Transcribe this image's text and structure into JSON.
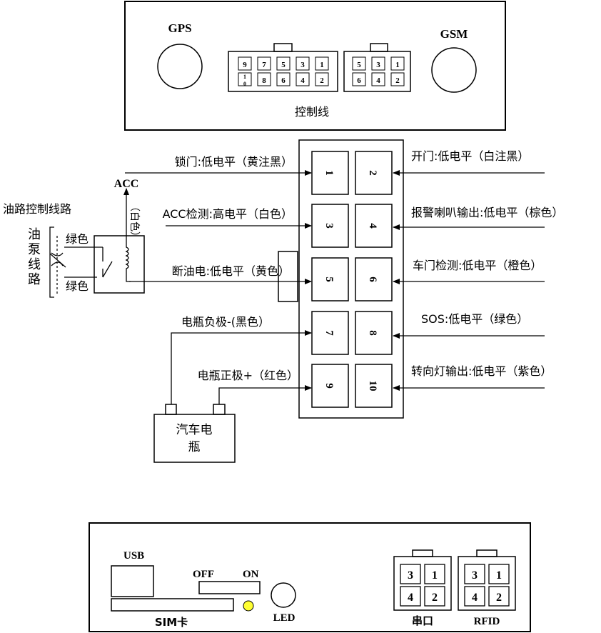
{
  "top_panel": {
    "gps_label": "GPS",
    "gsm_label": "GSM",
    "control_line_label": "控制线",
    "connector_left_top": [
      "9",
      "7",
      "5",
      "3",
      "1"
    ],
    "connector_left_bottom": [
      "1\n0",
      "8",
      "6",
      "4",
      "2"
    ],
    "connector_right_top": [
      "5",
      "3",
      "1"
    ],
    "connector_right_bottom": [
      "6",
      "4",
      "2"
    ]
  },
  "pins": [
    "1",
    "2",
    "3",
    "4",
    "5",
    "6",
    "7",
    "8",
    "9",
    "10"
  ],
  "wires": {
    "lock": "锁门:低电平（黄注黑）",
    "unlock": "开门:低电平（白注黑）",
    "acc_detect": "ACC检测:高电平（白色）",
    "alarm_horn": "报警喇叭输出:低电平（棕色）",
    "fuel_cut": "断油电:低电平（黄色）",
    "door_detect": "车门检测:低电平（橙色）",
    "battery_neg": "电瓶负极-(黑色）",
    "sos": "SOS:低电平（绿色）",
    "battery_pos": "电瓶正极+（红色）",
    "turn_signal": "转向灯输出:低电平（紫色）"
  },
  "fuel_circuit": {
    "title": "油路控制线路",
    "pump_label": "油泵线路",
    "green_top": "绿色",
    "green_bottom": "绿色",
    "acc_label": "ACC",
    "white_label": "（白色）"
  },
  "battery_label": [
    "汽车电",
    "瓶"
  ],
  "bottom_panel": {
    "usb_label": "USB",
    "off_label": "OFF",
    "on_label": "ON",
    "sim_label": "SIM卡",
    "led_label": "LED",
    "led_color": "#ffff33",
    "serial_label": "串口",
    "rfid_label": "RFID",
    "serial_pins_top": [
      "3",
      "1"
    ],
    "serial_pins_bottom": [
      "4",
      "2"
    ],
    "rfid_pins_top": [
      "3",
      "1"
    ],
    "rfid_pins_bottom": [
      "4",
      "2"
    ]
  }
}
